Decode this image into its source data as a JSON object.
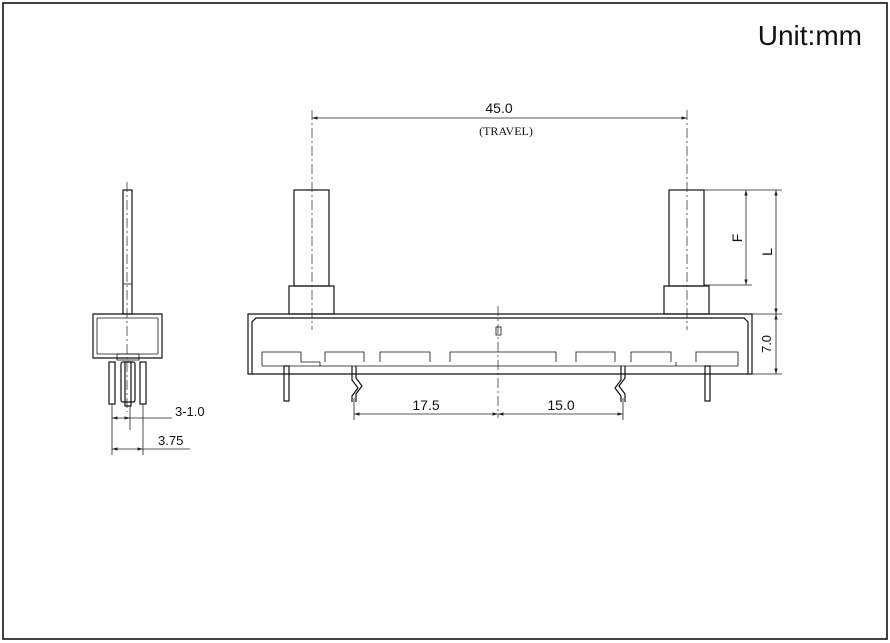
{
  "unit_label": "Unit:mm",
  "dimensions": {
    "travel_value": "45.0",
    "travel_note": "(TRAVEL)",
    "pin_spacing_left": "17.5",
    "pin_spacing_right": "15.0",
    "height_body": "7.0",
    "lever_f": "F",
    "lever_l": "L",
    "pin_pitch": "3-1.0",
    "pin_offset": "3.75"
  }
}
